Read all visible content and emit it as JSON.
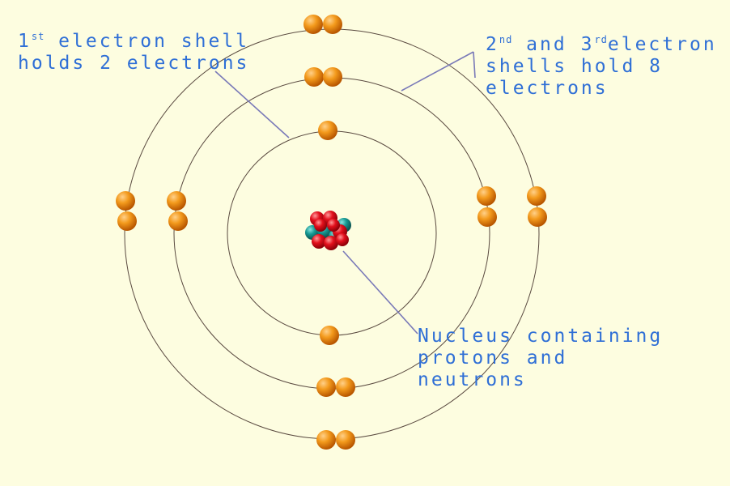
{
  "labels": {
    "first_shell": {
      "prefix_number": "1",
      "prefix_suffix": "st",
      "line1_rest": "electron shell",
      "line2": "holds 2 electrons"
    },
    "outer_shells": {
      "num_a": "2",
      "suffix_a": "nd",
      "mid": "and",
      "num_b": "3",
      "suffix_b": "rd",
      "line1_rest": "electron",
      "line2": "shells hold 8",
      "line3": "electrons"
    },
    "nucleus": {
      "line1": "Nucleus containing",
      "line2": "protons and",
      "line3": "neutrons"
    }
  },
  "colors": {
    "background": "#fdfde0",
    "label_text": "#2f6fd6",
    "pointer_line": "#7a7ab8",
    "shell_ring": "#5a4a40",
    "electron": "#f08a0a",
    "proton": "#e0101a",
    "neutron": "#13948f"
  },
  "atom": {
    "shells": [
      {
        "shell": 1,
        "electron_count": 2
      },
      {
        "shell": 2,
        "electron_count": 8
      },
      {
        "shell": 3,
        "electron_count": 8
      }
    ],
    "nucleus": {
      "protons": 8,
      "neutrons": 4
    }
  }
}
